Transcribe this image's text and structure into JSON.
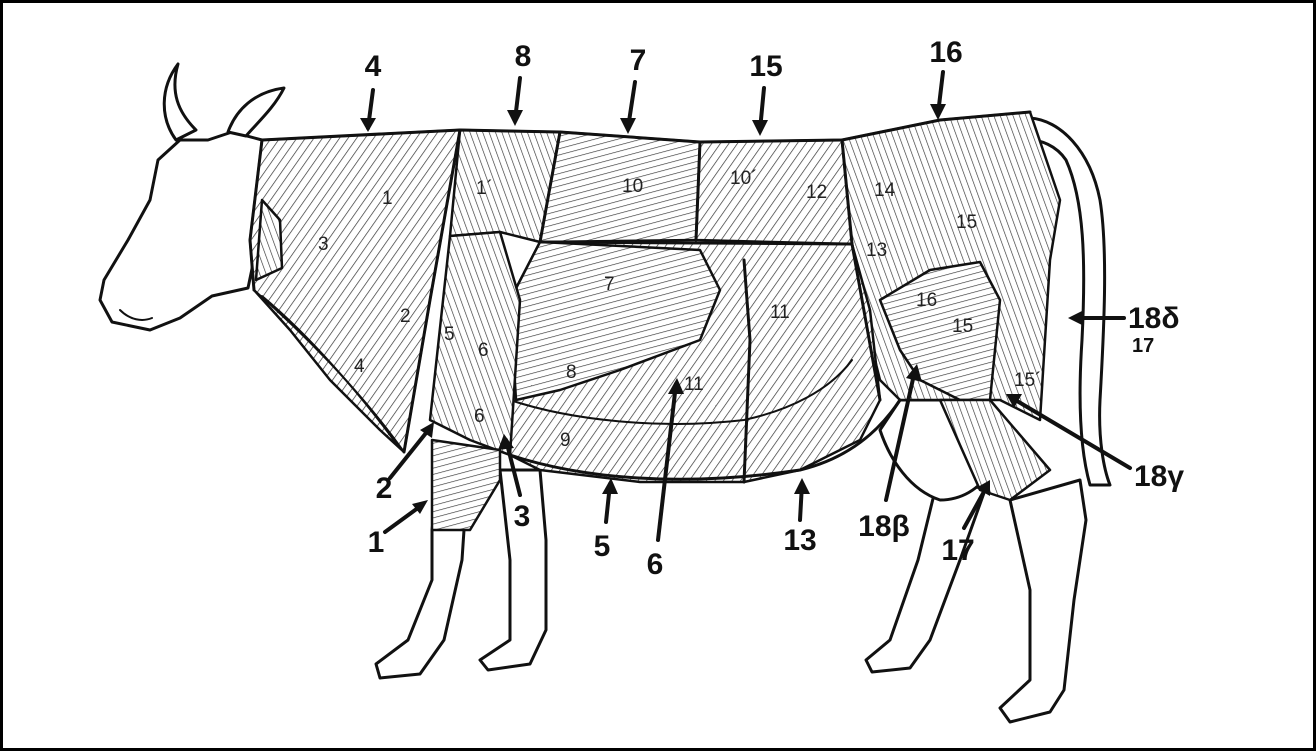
{
  "figure": {
    "callouts": {
      "c4": "4",
      "c8": "8",
      "c7": "7",
      "c15": "15",
      "c16": "16",
      "c18d": "18δ",
      "c17r": "17",
      "c18g": "18γ",
      "c2": "2",
      "c1": "1",
      "c3": "3",
      "c5": "5",
      "c6": "6",
      "c13": "13",
      "c18b": "18β",
      "c17": "17"
    },
    "regions": {
      "r1": "1",
      "r1p": "1´",
      "r10": "10",
      "r10p": "10´",
      "r12": "12",
      "r14": "14",
      "r15a": "15",
      "r13": "13",
      "r3": "3",
      "r2": "2",
      "r4": "4",
      "r5": "5",
      "r6a": "6",
      "r6b": "6",
      "r7": "7",
      "r8": "8",
      "r9": "9",
      "r11a": "11",
      "r11b": "11",
      "r16": "16",
      "r15b": "15",
      "r15p": "15´"
    }
  }
}
